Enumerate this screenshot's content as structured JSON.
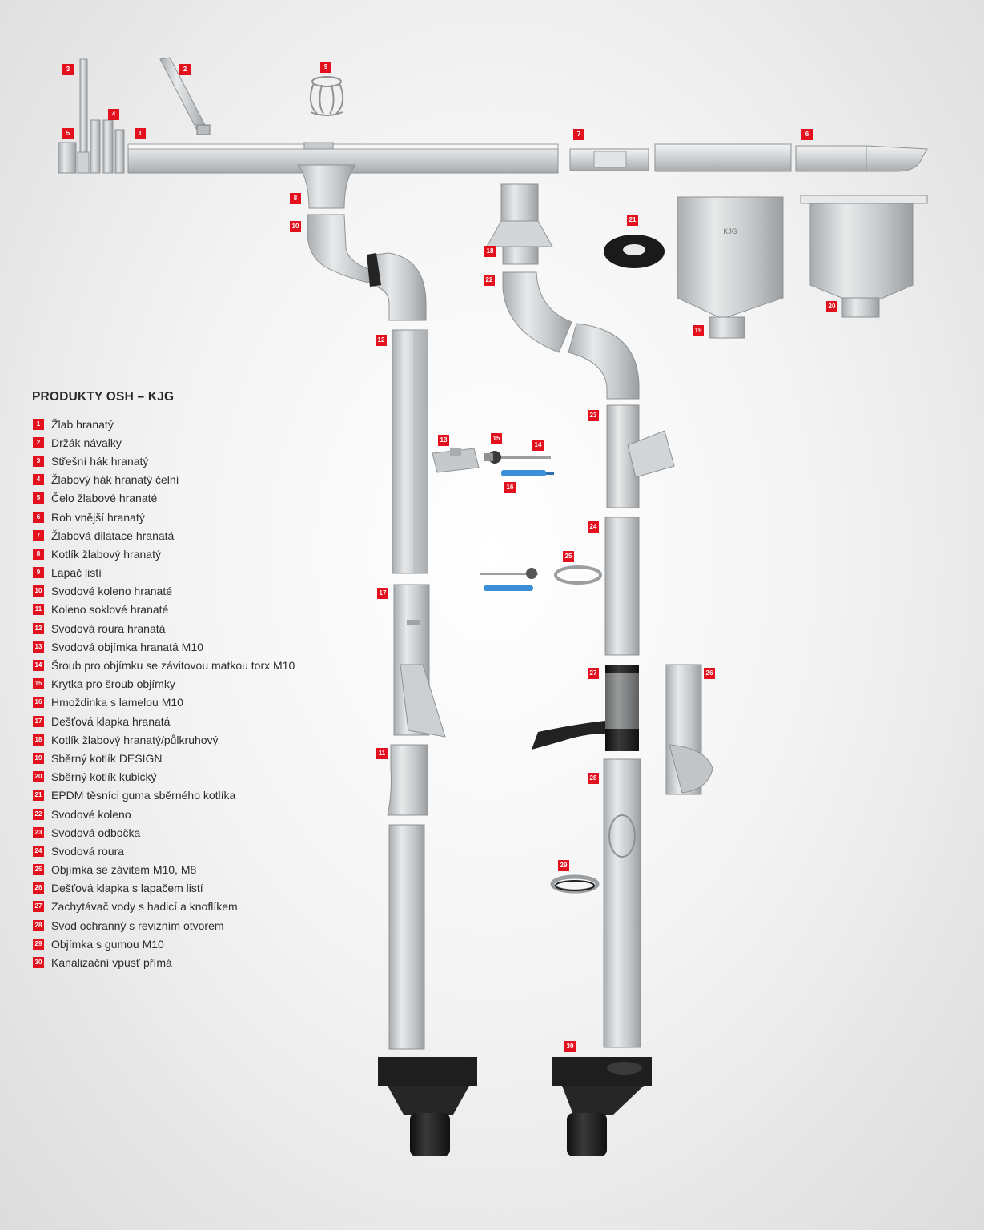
{
  "title": "PRODUKTY OSH – KJG",
  "items": [
    {
      "n": "1",
      "label": "Žlab hranatý"
    },
    {
      "n": "2",
      "label": "Držák návalky"
    },
    {
      "n": "3",
      "label": "Střešní hák hranatý"
    },
    {
      "n": "4",
      "label": "Žlabový hák hranatý čelní"
    },
    {
      "n": "5",
      "label": "Čelo žlabové hranaté"
    },
    {
      "n": "6",
      "label": "Roh vnější hranatý"
    },
    {
      "n": "7",
      "label": "Žlabová dilatace hranatá"
    },
    {
      "n": "8",
      "label": "Kotlík žlabový hranatý"
    },
    {
      "n": "9",
      "label": "Lapač listí"
    },
    {
      "n": "10",
      "label": "Svodové koleno hranaté"
    },
    {
      "n": "11",
      "label": "Koleno soklové hranaté"
    },
    {
      "n": "12",
      "label": "Svodová roura hranatá"
    },
    {
      "n": "13",
      "label": "Svodová objímka hranatá M10"
    },
    {
      "n": "14",
      "label": "Šroub pro objímku se závitovou matkou torx M10"
    },
    {
      "n": "15",
      "label": "Krytka pro šroub objímky"
    },
    {
      "n": "16",
      "label": "Hmoždinka s lamelou M10"
    },
    {
      "n": "17",
      "label": "Dešťová klapka hranatá"
    },
    {
      "n": "18",
      "label": "Kotlík žlabový hranatý/půlkruhový"
    },
    {
      "n": "19",
      "label": "Sběrný kotlík DESIGN"
    },
    {
      "n": "20",
      "label": "Sběrný kotlík kubický"
    },
    {
      "n": "21",
      "label": "EPDM těsníci guma sběrného kotlíka"
    },
    {
      "n": "22",
      "label": "Svodové koleno"
    },
    {
      "n": "23",
      "label": "Svodová odbočka"
    },
    {
      "n": "24",
      "label": "Svodová roura"
    },
    {
      "n": "25",
      "label": "Objímka se závitem M10, M8"
    },
    {
      "n": "26",
      "label": "Dešťová klapka s lapačem listí"
    },
    {
      "n": "27",
      "label": "Zachytávač vody s hadicí a knoflíkem"
    },
    {
      "n": "28",
      "label": "Svod ochranný s revizním otvorem"
    },
    {
      "n": "29",
      "label": "Objímka s gumou M10"
    },
    {
      "n": "30",
      "label": "Kanalizační vpusť přímá"
    }
  ],
  "brand_stamp": "KJG",
  "colors": {
    "badge": "#e3101e",
    "metal": "#c9ccce",
    "black_part": "#1e1e1e",
    "blue_part": "#3a8fd6"
  }
}
